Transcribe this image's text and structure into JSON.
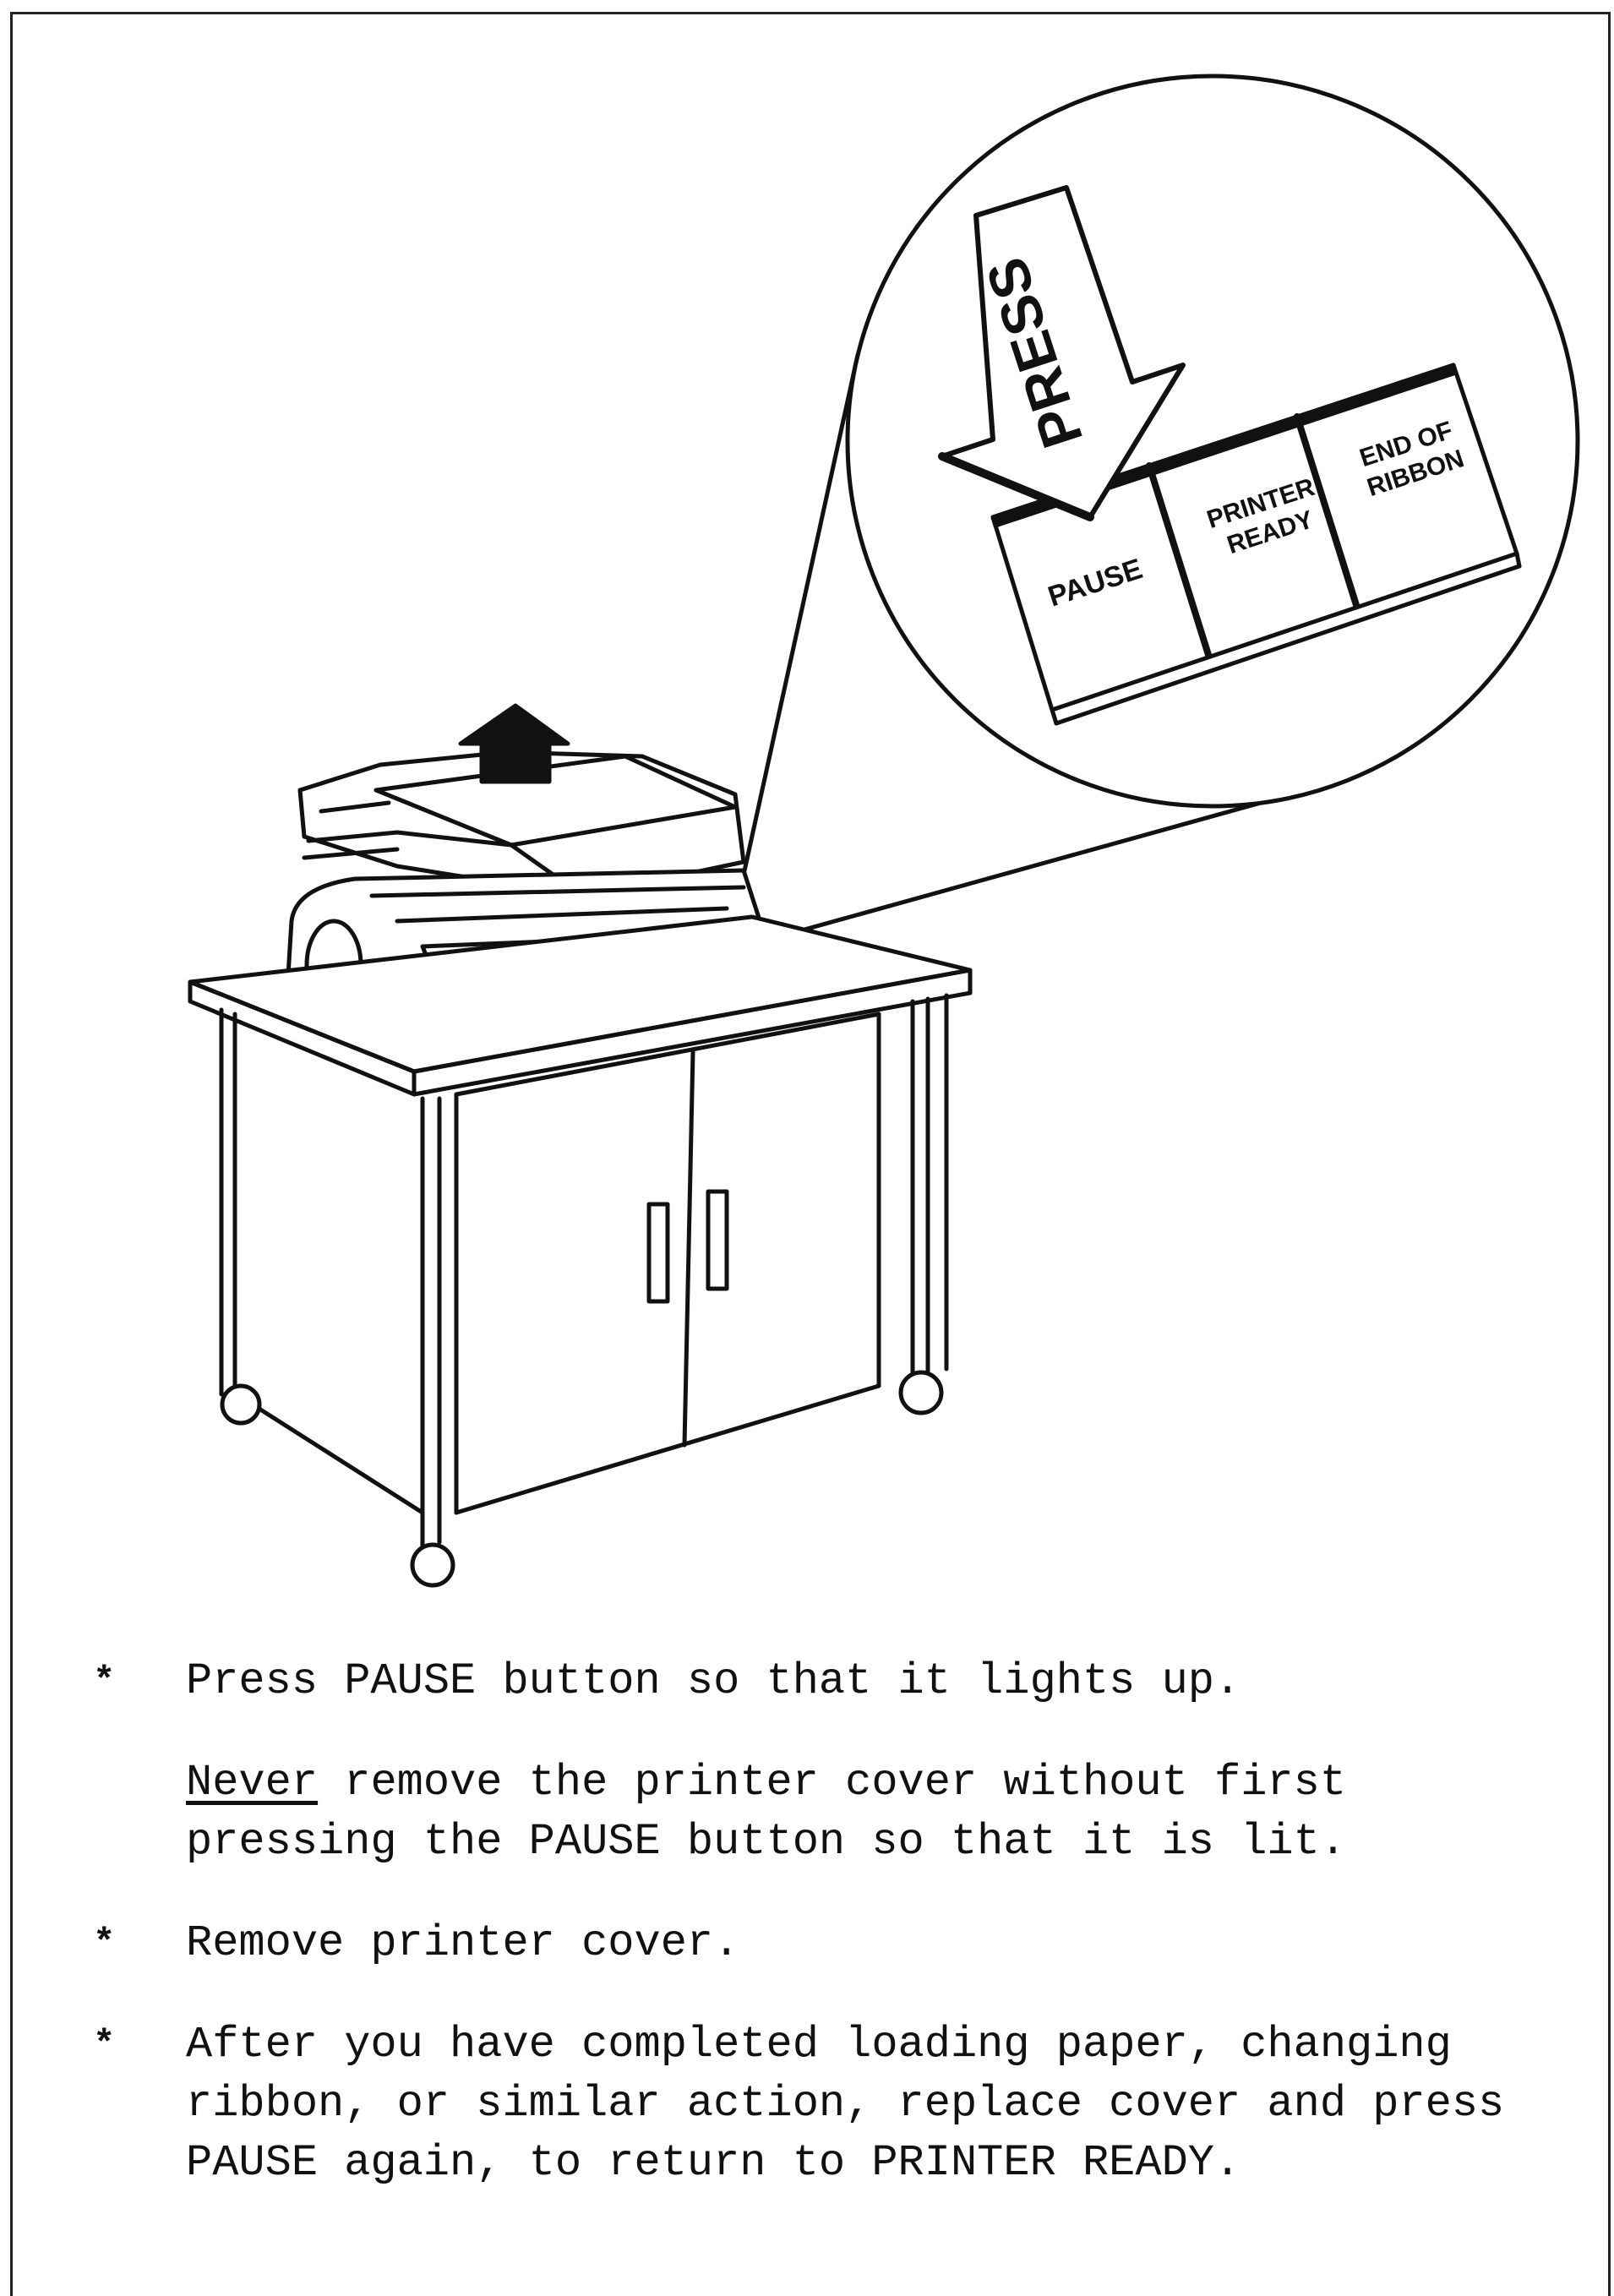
{
  "diagram": {
    "callout_arrow_label": "PRESS",
    "panel_buttons": [
      "PAUSE",
      "PRINTER READY",
      "END OF RIBBON"
    ]
  },
  "instructions": {
    "step1": "Press PAUSE button so that it lights up.",
    "note_emphasis": "Never",
    "note_rest": " remove the printer cover without first pressing the PAUSE button so that it is lit.",
    "step2": "Remove printer cover.",
    "step3": "After you have completed loading paper, changing ribbon, or similar action, replace cover and press PAUSE again, to return to PRINTER READY.",
    "bullet_symbol": "*"
  }
}
